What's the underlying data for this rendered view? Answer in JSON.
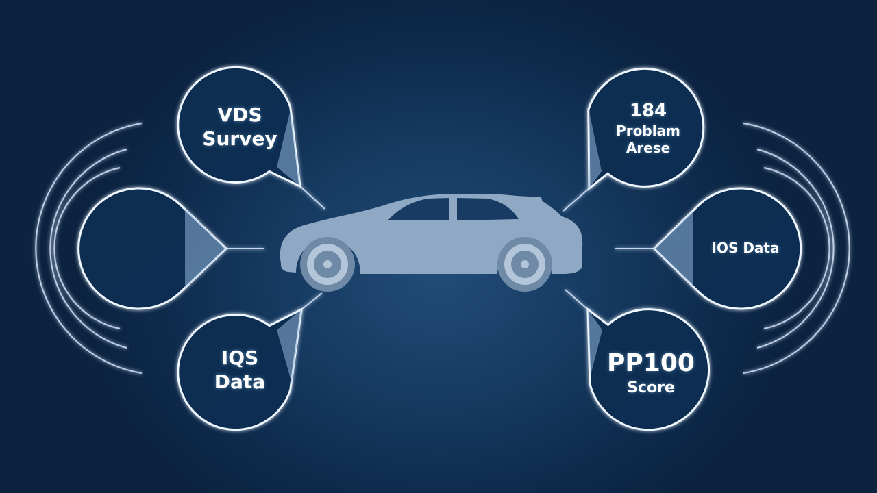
{
  "nodes": {
    "vds": {
      "line1": "VDS",
      "line2": "Survey"
    },
    "empty": {
      "line1": "",
      "line2": ""
    },
    "iqs": {
      "line1": "IQS",
      "line2": "Data"
    },
    "problem_areas": {
      "line1": "184",
      "line2": "Problam",
      "line3": "Arese"
    },
    "ios": {
      "line1": "IOS Data"
    },
    "pp100": {
      "line1": "PP100",
      "line2": "Score"
    }
  },
  "colors": {
    "background": "#0e2a4b",
    "outline": "#e6f2ff",
    "glow": "#8fc4ff",
    "car_body": "#8fa9c4",
    "car_window": "#183b63"
  },
  "icons": {
    "center": "car-icon"
  }
}
